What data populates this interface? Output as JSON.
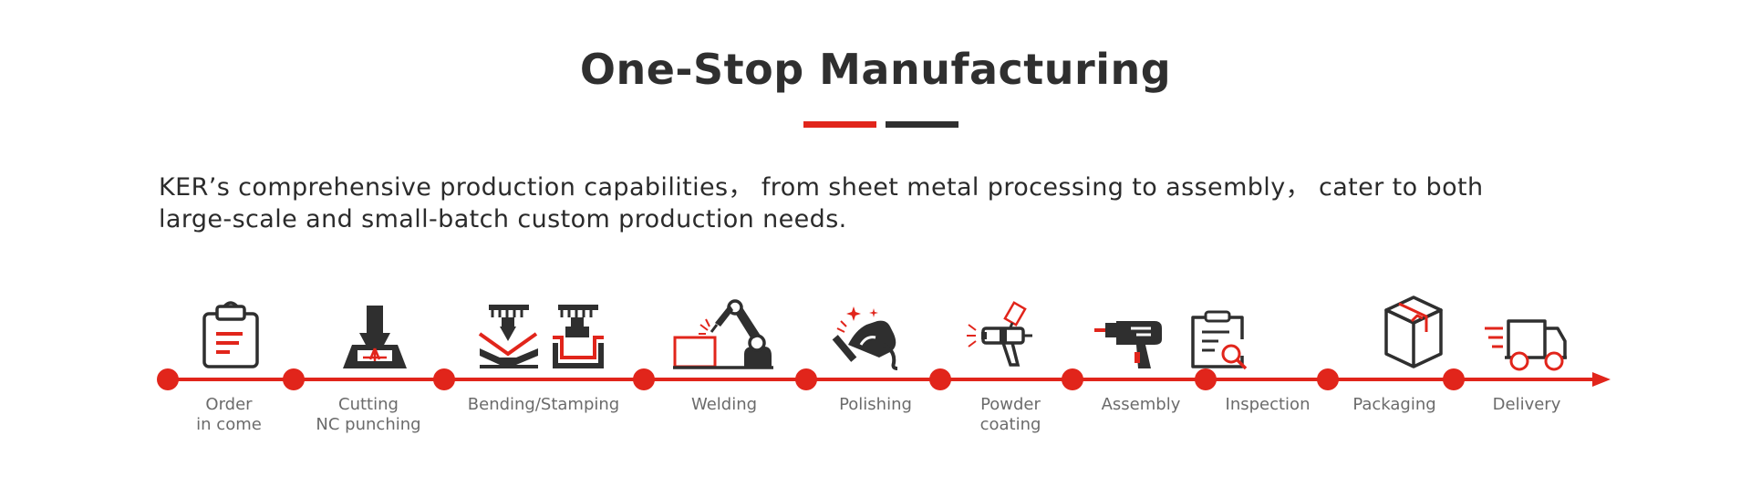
{
  "header": {
    "title": "One-Stop Manufacturing"
  },
  "intro": {
    "line1": "KER’s comprehensive production capabilities， from sheet metal processing to assembly， cater to both",
    "line2": "large-scale and small-batch custom production needs."
  },
  "colors": {
    "accent": "#e1251b",
    "dark": "#2f2f2f",
    "label": "#6b6b6b"
  },
  "steps": [
    {
      "line1": "Order",
      "line2": "in come",
      "icon": "clipboard-icon"
    },
    {
      "line1": "Cutting",
      "line2": "NC punching",
      "icon": "laser-cutter-icon"
    },
    {
      "line1": "Bending/Stamping",
      "line2": "",
      "icon": "press-brake-icon"
    },
    {
      "line1": "Welding",
      "line2": "",
      "icon": "robot-arm-icon"
    },
    {
      "line1": "Polishing",
      "line2": "",
      "icon": "polisher-icon"
    },
    {
      "line1": "Powder",
      "line2": "coating",
      "icon": "spray-gun-icon"
    },
    {
      "line1": "Assembly",
      "line2": "",
      "icon": "drill-icon"
    },
    {
      "line1": "Inspection",
      "line2": "",
      "icon": "inspection-icon"
    },
    {
      "line1": "Packaging",
      "line2": "",
      "icon": "box-icon"
    },
    {
      "line1": "Delivery",
      "line2": "",
      "icon": "truck-icon"
    }
  ]
}
